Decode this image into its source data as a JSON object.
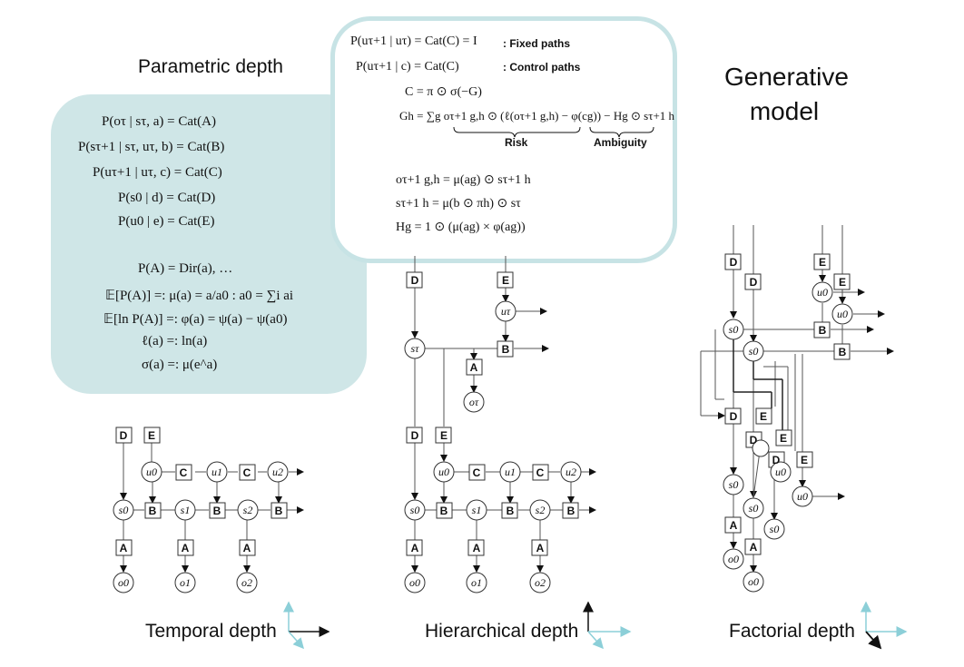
{
  "titles": {
    "parametric": "Parametric depth",
    "generative_line1": "Generative",
    "generative_line2": "model",
    "temporal": "Temporal depth",
    "hierarchical": "Hierarchical depth",
    "factorial": "Factorial depth"
  },
  "param_equations": [
    "P(oτ | sτ, a) = Cat(A)",
    "P(sτ+1 | sτ, uτ, b) = Cat(B)",
    "P(uτ+1 | uτ, c) = Cat(C)",
    "P(s0 | d) = Cat(D)",
    "P(u0 | e) = Cat(E)",
    "P(A) = Dir(a), …",
    "𝔼[P(A)] =: μ(a) = a/a0 : a0 = ∑i ai",
    "𝔼[ln P(A)] =: φ(a) = ψ(a) − ψ(a0)",
    "ℓ(a) =: ln(a)",
    "σ(a) =: μ(e^a)"
  ],
  "gen_equations": [
    "P(uτ+1 | uτ) = Cat(C) = I",
    "P(uτ+1 | c) = Cat(C)",
    "C = π ⊙ σ(−G)",
    "Gh = ∑g oτ+1 g,h ⊙ (ℓ(oτ+1 g,h) − φ(cg)) − Hg ⊙ sτ+1 h",
    "oτ+1 g,h = μ(ag) ⊙ sτ+1 h",
    "sτ+1 h = μ(b ⊙ πh) ⊙ sτ",
    "Hg = 1 ⊙ (μ(ag) × φ(ag))"
  ],
  "gen_notes": {
    "fixed": ": Fixed paths",
    "control": ": Control paths",
    "risk": "Risk",
    "ambiguity": "Ambiguity"
  },
  "node_labels": {
    "D": "D",
    "E": "E",
    "A": "A",
    "B": "B",
    "C": "C",
    "u0": "u0",
    "u1": "u1",
    "u2": "u2",
    "s0": "s0",
    "s1": "s1",
    "s2": "s2",
    "o0": "o0",
    "o1": "o1",
    "o2": "o2",
    "ut": "uτ",
    "st": "sτ",
    "ot": "oτ"
  },
  "colors": {
    "teal_panel": "#cfe6e7",
    "teal_border": "#c7e3e5",
    "axis_teal": "#8ccfd8",
    "ink": "#111111"
  }
}
